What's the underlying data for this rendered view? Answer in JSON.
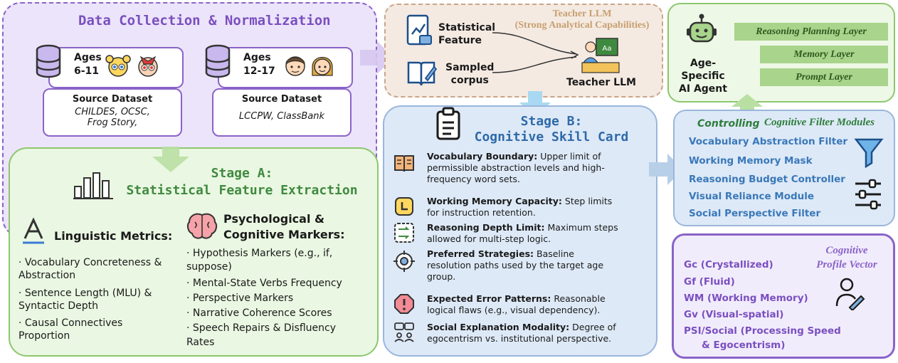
{
  "data_collection": {
    "title": "Data Collection & Normalization",
    "group1": {
      "ages_label": "Ages",
      "ages_range": "6-11",
      "source_title": "Source Dataset",
      "source_line1": "CHILDES, OCSC,",
      "source_line2": "Frog Story,"
    },
    "group2": {
      "ages_label": "Ages",
      "ages_range": "12-17",
      "source_title": "Source Dataset",
      "source_line1": "LCCPW, ClassBank"
    }
  },
  "teacher": {
    "teacher_title": "Teacher LLM",
    "teacher_subtitle": "(Strong Analytical Capabilities)",
    "input1_line1": "Statistical",
    "input1_line2": "Feature",
    "input2_line1": "Sampled",
    "input2_line2": "corpus",
    "teacher_label": "Teacher LLM"
  },
  "agent": {
    "label_line1": "Age-Specific",
    "label_line2": "AI Agent",
    "layers": [
      "Reasoning Planning Layer",
      "Memory Layer",
      "Prompt Layer"
    ]
  },
  "stage_a": {
    "title_line1": "Stage A:",
    "title_line2": "Statistical Feature Extraction",
    "linguistic_title": "Linguistic Metrics:",
    "linguistic_items": [
      "· Vocabulary Concreteness &",
      "Abstraction",
      "· Sentence Length (MLU) &",
      "Syntactic Depth",
      "· Causal Connectives",
      "Proportion"
    ],
    "psych_title_line1": "Psychological &",
    "psych_title_line2": "Cognitive Markers:",
    "psych_items": [
      "· Hypothesis Markers (e.g., if,",
      "suppose)",
      "· Mental-State Verbs Frequency",
      "· Perspective Markers",
      "· Narrative Coherence Scores",
      "· Speech Repairs & Disfluency",
      "Rates"
    ]
  },
  "stage_b": {
    "title_line1": "Stage B:",
    "title_line2": "Cognitive Skill Card",
    "items": [
      {
        "term": "Vocabulary Boundary:",
        "desc1": " Upper limit of",
        "desc2": "permissible abstraction levels and high-",
        "desc3": "frequency word sets."
      },
      {
        "term": "Working Memory Capacity:",
        "desc1": " Step limits",
        "desc2": "for instruction retention.",
        "desc3": ""
      },
      {
        "term": "Reasoning Depth Limit:",
        "desc1": " Maximum steps",
        "desc2": "allowed for multi-step logic.",
        "desc3": ""
      },
      {
        "term": "Preferred Strategies:",
        "desc1": " Baseline",
        "desc2": "resolution paths used by the target age",
        "desc3": "group."
      },
      {
        "term": "Expected Error Patterns:",
        "desc1": " Reasonable",
        "desc2": "logical flaws (e.g., visual dependency).",
        "desc3": ""
      },
      {
        "term": "Social Explanation Modality:",
        "desc1": " Degree of",
        "desc2": "egocentrism vs. institutional perspective.",
        "desc3": ""
      }
    ]
  },
  "filters": {
    "controlling": "Controlling",
    "module_title": "Cognitive Filter Modules",
    "items": [
      "Vocabulary Abstraction Filter",
      "Working Memory Mask",
      "Reasoning Budget Controller",
      "Visual Reliance Module",
      "Social Perspective Filter"
    ]
  },
  "profile": {
    "title_line1": "Cognitive",
    "title_line2": "Profile Vector",
    "items": [
      "Gc (Crystallized)",
      "Gf (Fluid)",
      "WM (Working Memory)",
      "Gv (Visual-spatial)",
      "PSI/Social (Processing Speed",
      "& Egocentrism)"
    ]
  },
  "colors": {
    "purple": "#7a4fc0",
    "green": "#3f8a3f",
    "blue": "#2f6aa8",
    "brown_border": "#c9a58a",
    "layer_fill": "#a8d48c"
  }
}
